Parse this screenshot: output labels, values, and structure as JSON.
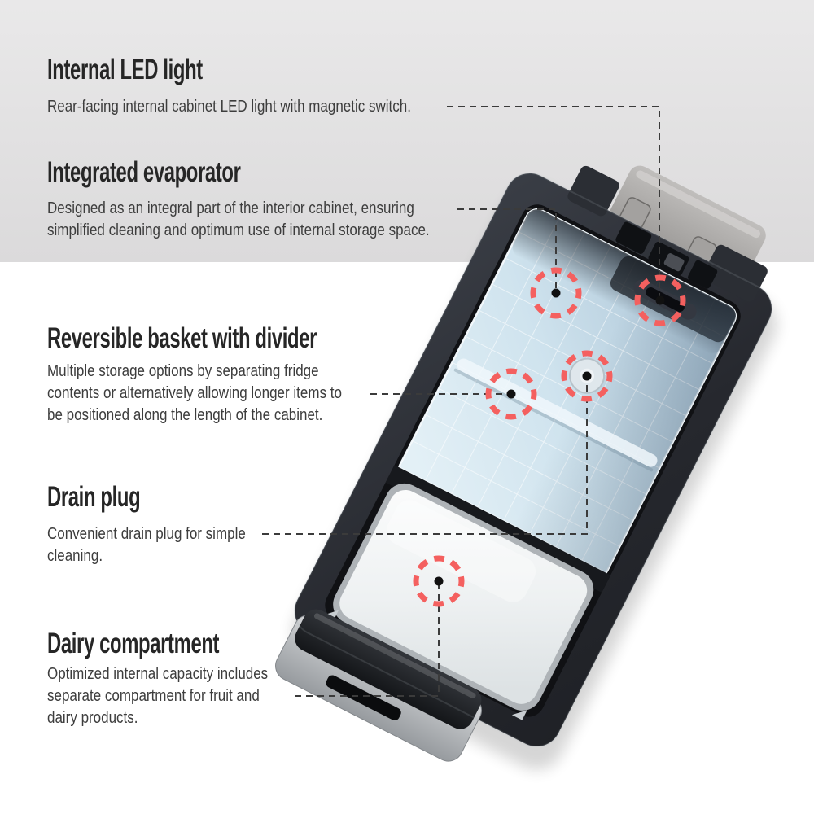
{
  "features": [
    {
      "title": "Internal LED light",
      "lines": [
        "Rear-facing internal cabinet LED light with magnetic switch."
      ]
    },
    {
      "title": "Integrated evaporator",
      "lines": [
        "Designed as an integral part of the interior cabinet, ensuring",
        "simplified cleaning and optimum use of internal storage space."
      ]
    },
    {
      "title": "Reversible basket with divider",
      "lines": [
        "Multiple storage options by separating fridge",
        "contents or alternatively allowing longer items to",
        "be positioned along the length of the cabinet."
      ]
    },
    {
      "title": "Drain plug",
      "lines": [
        "Convenient drain plug for simple",
        "cleaning."
      ]
    },
    {
      "title": "Dairy compartment",
      "lines": [
        "Optimized internal capacity includes",
        "separate compartment for fruit and",
        "dairy products."
      ]
    }
  ],
  "colors": {
    "background_band": "#e2e1e2",
    "marker_red": "#f4605f",
    "leader_line": "#3b3b3b",
    "heading_text": "#262626",
    "body_text": "#3d3d3d",
    "product_body": "#2b2e34",
    "basket_blue": "#cfe3ee",
    "dairy_lid_white": "#f2f4f5",
    "hinge_gray": "#a3a19f",
    "handle_silver": "#c0c3c6"
  }
}
